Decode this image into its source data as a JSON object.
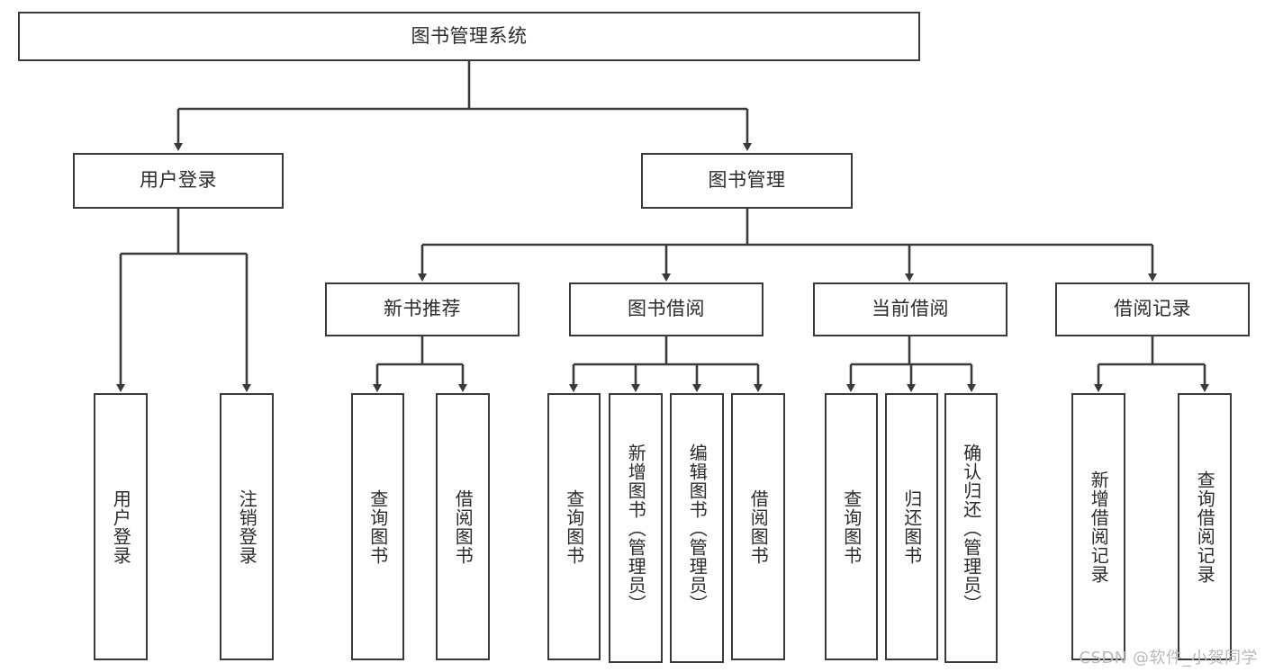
{
  "diagram": {
    "type": "tree-hierarchy",
    "title": "图书管理系统",
    "orientation": "top-down",
    "colors": {
      "background": "#ffffff",
      "box_fill": "#ffffff",
      "box_stroke": "#3a3a3a",
      "edge_stroke": "#3a3a3a",
      "text": "#2b2b2b",
      "watermark": "#b9b9b9"
    },
    "root": {
      "label": "图书管理系统"
    },
    "level2": [
      {
        "label": "用户登录"
      },
      {
        "label": "图书管理"
      }
    ],
    "level3": [
      {
        "label": "新书推荐"
      },
      {
        "label": "图书借阅"
      },
      {
        "label": "当前借阅"
      },
      {
        "label": "借阅记录"
      }
    ],
    "leaves": {
      "user_login": [
        {
          "label": "用户登录"
        },
        {
          "label": "注销登录"
        }
      ],
      "new_book_recommend": [
        {
          "label": "查询图书"
        },
        {
          "label": "借阅图书"
        }
      ],
      "book_borrow": [
        {
          "label": "查询图书"
        },
        {
          "label": "新增图书（管理员）"
        },
        {
          "label": "编辑图书（管理员）"
        },
        {
          "label": "借阅图书"
        }
      ],
      "current_borrow": [
        {
          "label": "查询图书"
        },
        {
          "label": "归还图书"
        },
        {
          "label": "确认归还（管理员）"
        }
      ],
      "borrow_record": [
        {
          "label": "新增借阅记录"
        },
        {
          "label": "查询借阅记录"
        }
      ]
    }
  },
  "watermark": {
    "text": "CSDN @软件_小贺同学"
  }
}
